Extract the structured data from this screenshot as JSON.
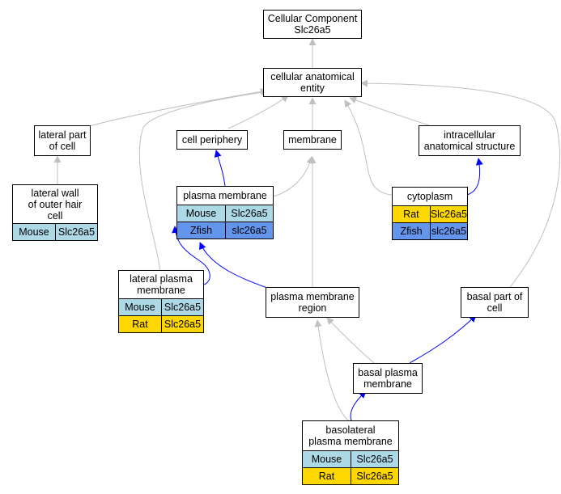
{
  "nodes": {
    "root": {
      "lines": [
        "Cellular Component",
        "Slc26a5"
      ]
    },
    "cae": {
      "lines": [
        "cellular anatomical",
        "entity"
      ]
    },
    "lpc": {
      "lines": [
        "lateral part",
        "of cell"
      ]
    },
    "cp": {
      "lines": [
        "cell periphery"
      ]
    },
    "mem": {
      "lines": [
        "membrane"
      ]
    },
    "ias": {
      "lines": [
        "intracellular",
        "anatomical structure"
      ]
    },
    "lwohc": {
      "lines": [
        "lateral wall",
        "of outer hair",
        "cell"
      ],
      "rows": [
        {
          "species": "Mouse",
          "gene": "Slc26a5"
        }
      ]
    },
    "pm": {
      "lines": [
        "plasma membrane"
      ],
      "rows": [
        {
          "species": "Mouse",
          "gene": "Slc26a5"
        },
        {
          "species": "Zfish",
          "gene": "slc26a5"
        }
      ]
    },
    "cyto": {
      "lines": [
        "cytoplasm"
      ],
      "rows": [
        {
          "species": "Rat",
          "gene": "Slc26a5"
        },
        {
          "species": "Zfish",
          "gene": "slc26a5"
        }
      ]
    },
    "lpm": {
      "lines": [
        "lateral plasma",
        "membrane"
      ],
      "rows": [
        {
          "species": "Mouse",
          "gene": "Slc26a5"
        },
        {
          "species": "Rat",
          "gene": "Slc26a5"
        }
      ]
    },
    "pmr": {
      "lines": [
        "plasma membrane",
        "region"
      ]
    },
    "bpc": {
      "lines": [
        "basal part of",
        "cell"
      ]
    },
    "bpm": {
      "lines": [
        "basal plasma",
        "membrane"
      ]
    },
    "blpm": {
      "lines": [
        "basolateral",
        "plasma membrane"
      ],
      "rows": [
        {
          "species": "Mouse",
          "gene": "Slc26a5"
        },
        {
          "species": "Rat",
          "gene": "Slc26a5"
        }
      ]
    }
  },
  "colors": {
    "is_a_edge": "#c0c0c0",
    "part_of_edge": "#0000ff",
    "mouse": "#add8e6",
    "rat": "#ffd700",
    "zfish": "#6495ed"
  }
}
